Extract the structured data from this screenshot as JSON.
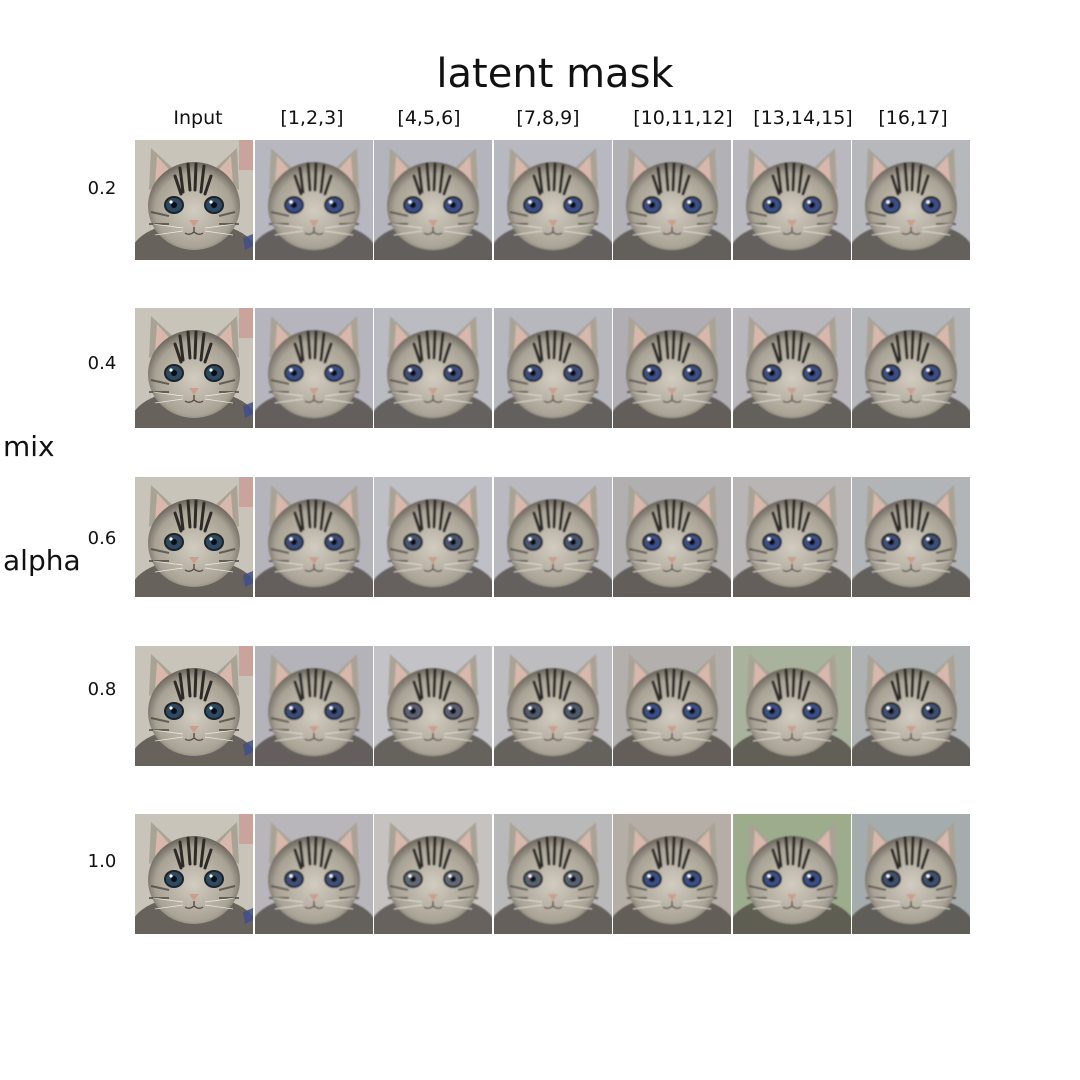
{
  "figure": {
    "title": "latent mask",
    "y_axis_words": [
      "mix",
      "alpha"
    ],
    "columns": [
      "Input",
      "[1,2,3]",
      "[4,5,6]",
      "[7,8,9]",
      "[10,11,12]",
      "[13,14,15]",
      "[16,17]"
    ],
    "rows": [
      "0.2",
      "0.4",
      "0.6",
      "0.8",
      "1.0"
    ]
  },
  "colors": {
    "fur": "#a9a396",
    "fur_dark": "#4f4a43",
    "stripe": "#2f2b27",
    "eye": "#3c4f75",
    "nose": "#c89f8e",
    "ear_inner": "#d8b7ac"
  },
  "cells": [
    [
      {
        "bg": "#c9c4ba",
        "eye": "#2f4a62",
        "blur": false,
        "flag": true
      },
      {
        "bg": "#b7b7c0",
        "eye": "#3b4f86",
        "blur": true
      },
      {
        "bg": "#b4b5bc",
        "eye": "#3b4f86",
        "blur": true
      },
      {
        "bg": "#b8b8c0",
        "eye": "#3b4f86",
        "blur": true
      },
      {
        "bg": "#b2b1b6",
        "eye": "#3b4f86",
        "blur": true
      },
      {
        "bg": "#b9b8be",
        "eye": "#3b4f86",
        "blur": true
      },
      {
        "bg": "#b6b8bc",
        "eye": "#3b4f86",
        "blur": true
      }
    ],
    [
      {
        "bg": "#c9c4ba",
        "eye": "#2f4a62",
        "blur": false,
        "flag": true
      },
      {
        "bg": "#b6b5bd",
        "eye": "#3b4f86",
        "blur": true
      },
      {
        "bg": "#bbbbc2",
        "eye": "#3c4d7a",
        "blur": true
      },
      {
        "bg": "#b7b7be",
        "eye": "#3c4d7a",
        "blur": true
      },
      {
        "bg": "#b0aeb2",
        "eye": "#3b4f86",
        "blur": true
      },
      {
        "bg": "#b9b7bc",
        "eye": "#3b4f86",
        "blur": true
      },
      {
        "bg": "#b4b6ba",
        "eye": "#3b4f86",
        "blur": true
      }
    ],
    [
      {
        "bg": "#c9c4ba",
        "eye": "#2f4a62",
        "blur": false,
        "flag": true
      },
      {
        "bg": "#b5b4bb",
        "eye": "#3d4e7c",
        "blur": true
      },
      {
        "bg": "#bfbfc6",
        "eye": "#4a5670",
        "blur": true
      },
      {
        "bg": "#b9b9bf",
        "eye": "#4a5670",
        "blur": true
      },
      {
        "bg": "#b1afb0",
        "eye": "#3b4f86",
        "blur": true
      },
      {
        "bg": "#b9b5b5",
        "eye": "#3b4f86",
        "blur": true
      },
      {
        "bg": "#b2b5b7",
        "eye": "#3d4f7a",
        "blur": true
      }
    ],
    [
      {
        "bg": "#c9c4ba",
        "eye": "#2f4a62",
        "blur": false,
        "flag": true
      },
      {
        "bg": "#b5b3ba",
        "eye": "#3e4e78",
        "blur": true
      },
      {
        "bg": "#c3c2c6",
        "eye": "#5b6173",
        "blur": true
      },
      {
        "bg": "#bdbcbe",
        "eye": "#505a6b",
        "blur": true
      },
      {
        "bg": "#b3afac",
        "eye": "#3b4f86",
        "blur": true
      },
      {
        "bg": "#a9b29c",
        "eye": "#3b4f86",
        "blur": true
      },
      {
        "bg": "#aeb2b2",
        "eye": "#3e4f72",
        "blur": true
      }
    ],
    [
      {
        "bg": "#c9c4ba",
        "eye": "#2f4a62",
        "blur": false,
        "flag": true
      },
      {
        "bg": "#b9b6bb",
        "eye": "#405079",
        "blur": true
      },
      {
        "bg": "#c6c2c0",
        "eye": "#646a74",
        "blur": true
      },
      {
        "bg": "#bab9b9",
        "eye": "#5a6270",
        "blur": true
      },
      {
        "bg": "#b5ae a6",
        "eye": "#3b4f86",
        "blur": true
      },
      {
        "bg": "#9cac8c",
        "eye": "#3b4f86",
        "blur": true
      },
      {
        "bg": "#a5acad",
        "eye": "#3f4f6e",
        "blur": true
      }
    ]
  ]
}
